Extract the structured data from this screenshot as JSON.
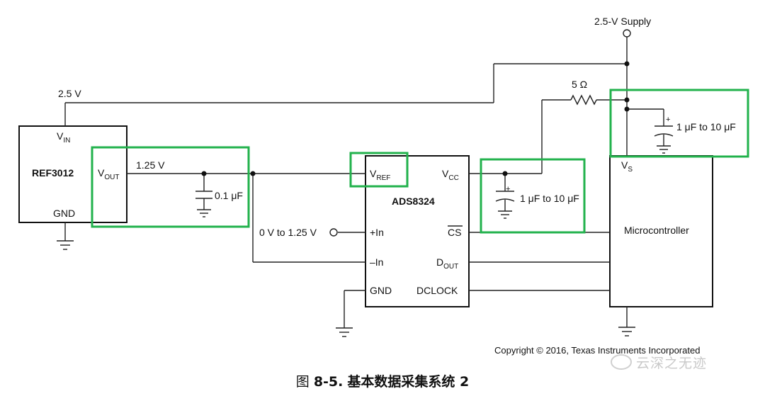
{
  "supply": {
    "label": "2.5-V Supply"
  },
  "ref": {
    "name": "REF3012",
    "vin_main": "V",
    "vin_sub": "IN",
    "vout_main": "V",
    "vout_sub": "OUT",
    "gnd": "GND",
    "in_voltage": "2.5 V",
    "out_voltage": "1.25 V",
    "cap": "0.1 μF"
  },
  "adc": {
    "name": "ADS8324",
    "vref_main": "V",
    "vref_sub": "REF",
    "vcc_main": "V",
    "vcc_sub": "CC",
    "pin_in_plus": "+In",
    "pin_in_minus": "–In",
    "pin_gnd": "GND",
    "pin_cs": "CS",
    "dout_main": "D",
    "dout_sub": "OUT",
    "pin_dclock": "DCLOCK",
    "input_range": "0 V to 1.25 V",
    "vcc_cap": "1 μF to 10 μF"
  },
  "resistor": {
    "label": "5 Ω"
  },
  "mcu": {
    "name": "Microcontroller",
    "vs_main": "V",
    "vs_sub": "S",
    "cap": "1 μF to 10 μF"
  },
  "polarity_mark": "+",
  "copyright": "Copyright © 2016, Texas Instruments Incorporated",
  "caption": {
    "prefix": "图",
    "number": "8-5.",
    "title": "基本数据采集系统 2"
  },
  "watermark": "云深之无迹",
  "highlight_color": "#22b24c"
}
